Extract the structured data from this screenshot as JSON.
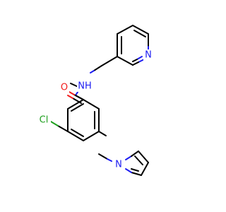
{
  "molecule": {
    "colors": {
      "bond": "#000000",
      "nitrogen": "#1d1df2",
      "oxygen": "#f21d1d",
      "chlorine": "#1fa01f"
    },
    "labels": {
      "pyridine_n": "N",
      "amide_nh": "NH",
      "carbonyl_o": "O",
      "chlorine": "Cl",
      "pyrrole_n": "N"
    }
  }
}
